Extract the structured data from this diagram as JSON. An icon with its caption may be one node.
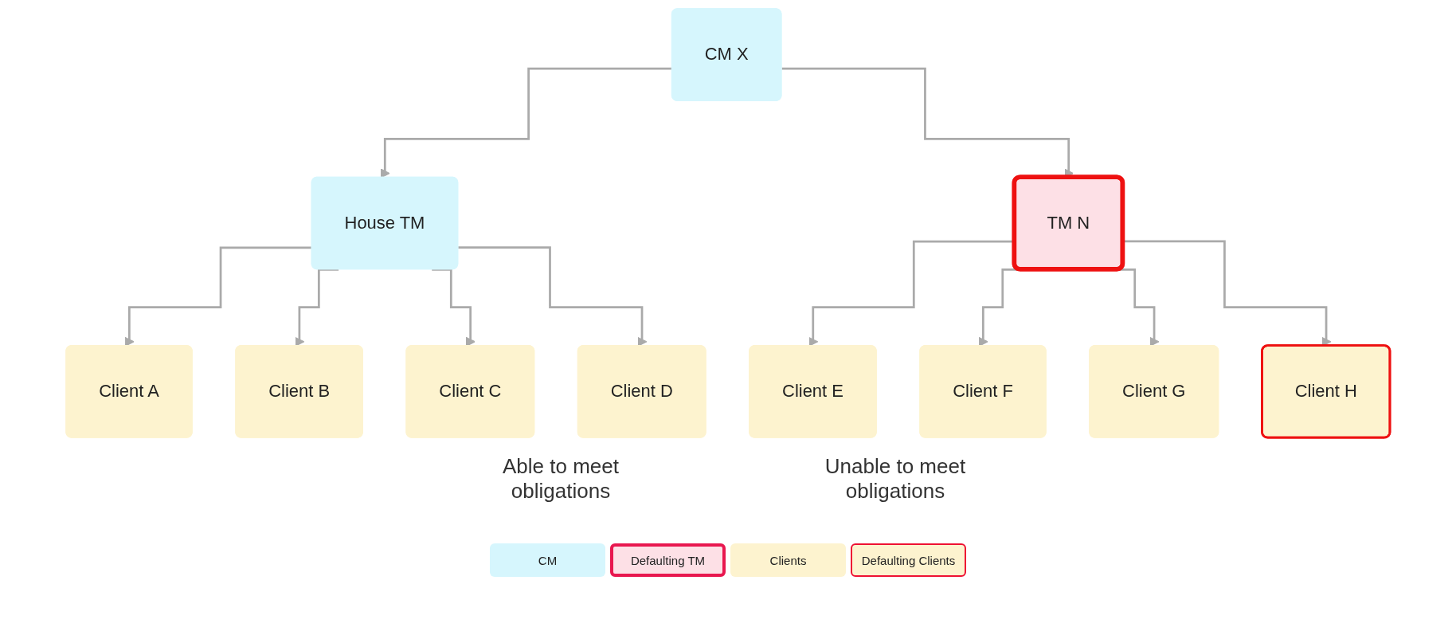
{
  "diagram": {
    "nodes": [
      {
        "text": [
          "CM X"
        ]
      },
      {
        "text": [
          "House TM"
        ]
      },
      {
        "text": [
          "TM N"
        ]
      },
      {
        "text": [
          "Client A"
        ]
      },
      {
        "text": [
          "Client B"
        ]
      },
      {
        "text": [
          "Client C"
        ]
      },
      {
        "text": [
          "Client D"
        ]
      },
      {
        "text": [
          "Client E"
        ]
      },
      {
        "text": [
          "Client F"
        ]
      },
      {
        "text": [
          "Client G"
        ]
      },
      {
        "text": [
          "Client H"
        ]
      }
    ],
    "edges": [
      {
        "from": 0,
        "to": 1,
        "arrow": "to"
      },
      {
        "from": 0,
        "to": 2,
        "arrow": "to"
      },
      {
        "from": 1,
        "to": 3,
        "arrow": "to"
      },
      {
        "from": 1,
        "to": 4,
        "arrow": "to"
      },
      {
        "from": 1,
        "to": 5,
        "arrow": "to"
      },
      {
        "from": 1,
        "to": 6,
        "arrow": "to"
      },
      {
        "from": 2,
        "to": 7,
        "arrow": "to"
      },
      {
        "from": 2,
        "to": 8,
        "arrow": "to"
      },
      {
        "from": 2,
        "to": 9,
        "arrow": "to"
      },
      {
        "from": 2,
        "to": 10,
        "arrow": "to"
      }
    ],
    "labels": [
      "Able to meet obligations",
      "Unable to meet obligations"
    ],
    "legend": [
      {
        "text": "CM",
        "color": "#d6f6fd"
      },
      {
        "text": "Defaulting TM",
        "color": "#fde0e6"
      },
      {
        "text": "Clients",
        "color": "#fdf3cf"
      },
      {
        "text": "Defaulting Clients",
        "color": "#fdf3cf"
      }
    ]
  }
}
